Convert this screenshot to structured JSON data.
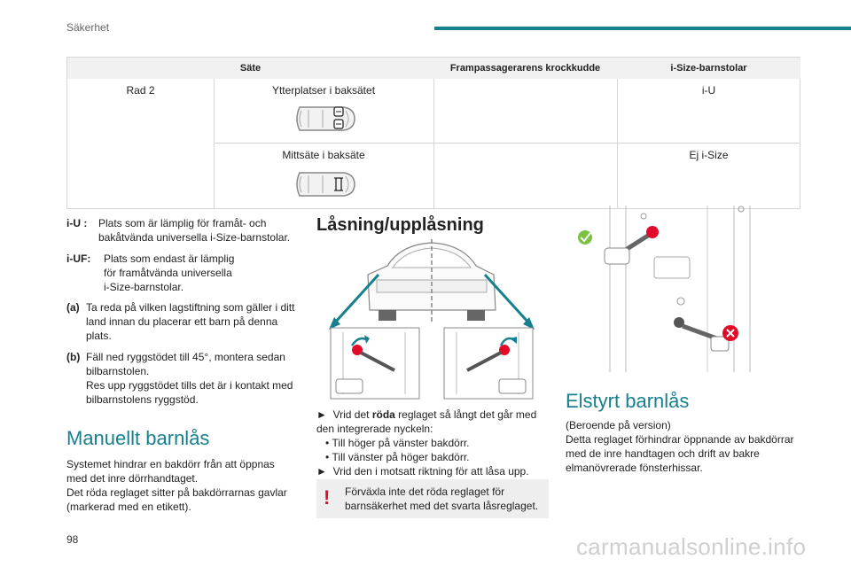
{
  "header": {
    "section": "Säkerhet"
  },
  "table": {
    "headers": [
      "Säte",
      "Frampassagerarens krockkudde",
      "i-Size-barnstolar"
    ],
    "row_label": "Rad 2",
    "rows": [
      {
        "seat": "Ytterplatser i baksätet",
        "airbag": "",
        "isize": "i-U"
      },
      {
        "seat": "Mittsäte i baksäte",
        "airbag": "",
        "isize": "Ej i-Size"
      }
    ]
  },
  "definitions": [
    {
      "key": "i-U :",
      "lines": [
        "Plats som är lämplig för framåt- och",
        "bakåtvända universella i-Size-barnstolar."
      ]
    },
    {
      "key": "i-UF:",
      "lines": [
        "Plats som endast är lämplig",
        "för framåtvända universella",
        "i-Size-barnstolar."
      ]
    },
    {
      "key": "(a)",
      "lines": [
        "Ta reda på vilken lagstiftning som gäller i ditt",
        "land innan du placerar ett barn på denna",
        "plats."
      ]
    },
    {
      "key": "(b)",
      "lines": [
        "Fäll ned ryggstödet till 45°, montera sedan",
        "bilbarnstolen.",
        "Res upp ryggstödet tills det är i kontakt med",
        "bilbarnstolens ryggstöd."
      ]
    }
  ],
  "manual": {
    "title": "Manuellt barnlås",
    "lines": [
      "Systemet hindrar en bakdörr från att öppnas",
      "med det inre dörrhandtaget.",
      "Det röda reglaget sitter på bakdörrarnas gavlar",
      "(markerad med en etikett)."
    ]
  },
  "locking": {
    "title": "Låsning/upplåsning",
    "step1_pre": "Vrid det ",
    "step1_bold": "röda",
    "step1_post": " reglaget så långt det går med",
    "step1_line2": "den integrerade nyckeln:",
    "bullet1": "Till höger på vänster bakdörr.",
    "bullet2": "Till vänster på höger bakdörr.",
    "step2": "Vrid den i motsatt riktning för att låsa upp.",
    "arrow_glyph": "►",
    "bullet_glyph": "•",
    "warning_lines": [
      "Förväxla inte det röda reglaget för",
      "barnsäkerhet med det svarta låsreglaget."
    ],
    "warning_mark": "!"
  },
  "electric": {
    "title": "Elstyrt barnlås",
    "lines": [
      "(Beroende på version)",
      "Detta reglaget förhindrar öppnande av bakdörrar",
      "med de inre handtagen och drift av bakre",
      "elmanövrerade fönsterhissar."
    ]
  },
  "footer": {
    "page_number": "98",
    "watermark": "carmanualsonline.info"
  },
  "colors": {
    "accent": "#16808f",
    "red": "#e30b2a",
    "ok_green": "#7cc242"
  }
}
